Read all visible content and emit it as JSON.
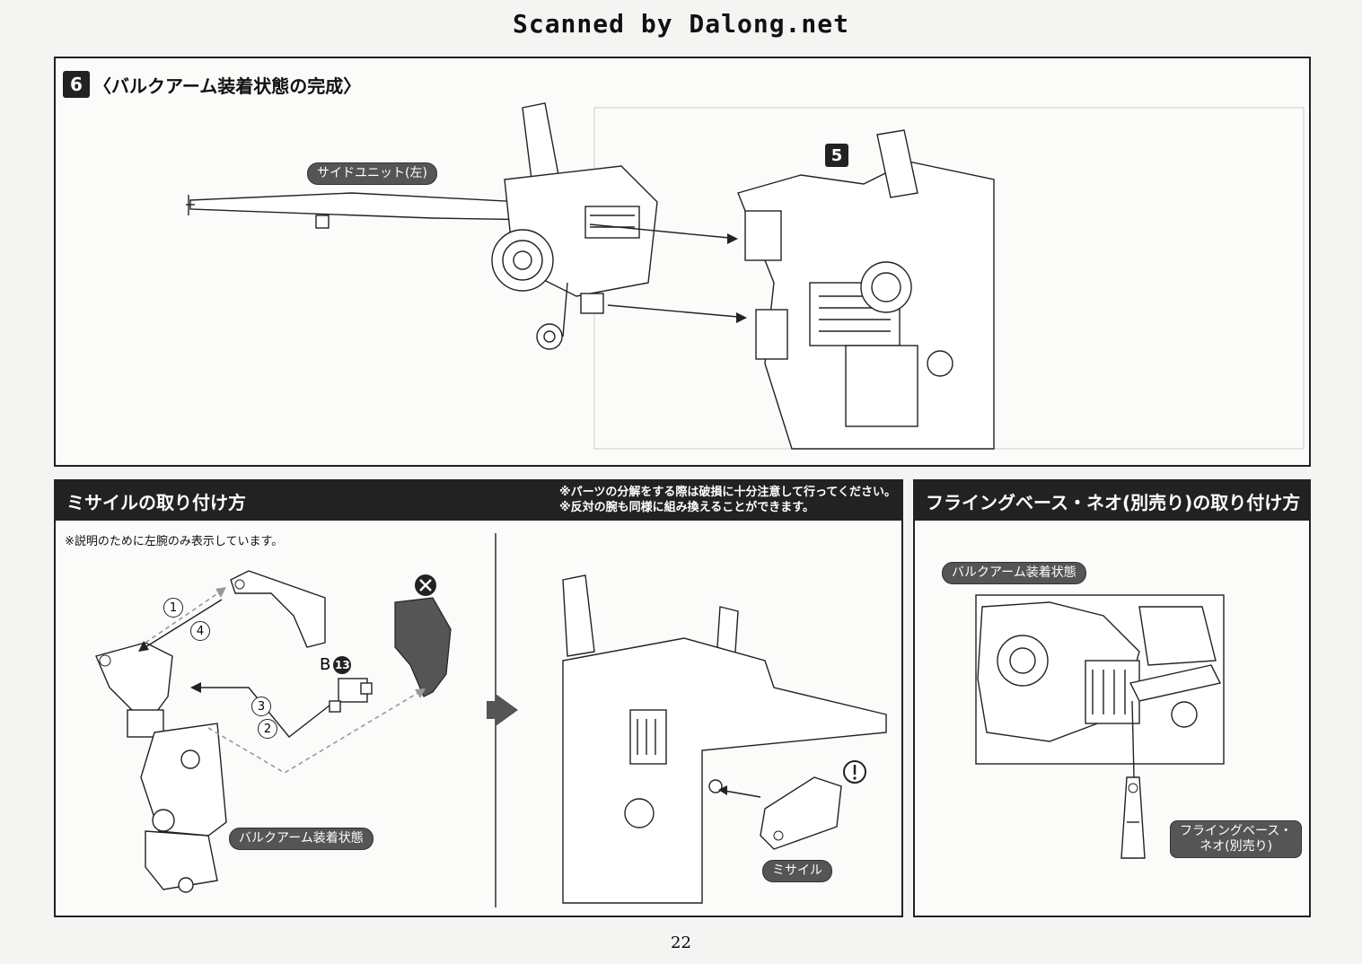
{
  "watermark": "Scanned by Dalong.net",
  "step6": {
    "number": "6",
    "title": "〈バルクアーム装着状態の完成〉",
    "label_side_unit": "サイドユニット(左)",
    "ref_step": "5"
  },
  "missile_section": {
    "title": "ミサイルの取り付け方",
    "notes": [
      "※パーツの分解をする際は破損に十分注意して行ってください。",
      "※反対の腕も同様に組み換えることができます。"
    ],
    "left_note": "※説明のために左腕のみ表示しています。",
    "step_labels": [
      "1",
      "2",
      "3",
      "4"
    ],
    "part_ref_letter": "B",
    "part_ref_number": "13",
    "label_bulk_arm": "バルクアーム装着状態",
    "label_missile": "ミサイル",
    "prohibited_icon": "x-circle-icon",
    "caution_icon": "exclamation-circle-icon",
    "arrow_icon": "arrow-right-icon"
  },
  "flying_section": {
    "title": "フライングベース・ネオ(別売り)の取り付け方",
    "label_bulk_arm": "バルクアーム装着状態",
    "label_flying_base_line1": "フライングベース・",
    "label_flying_base_line2": "ネオ(別売り)"
  },
  "page_number": "22"
}
